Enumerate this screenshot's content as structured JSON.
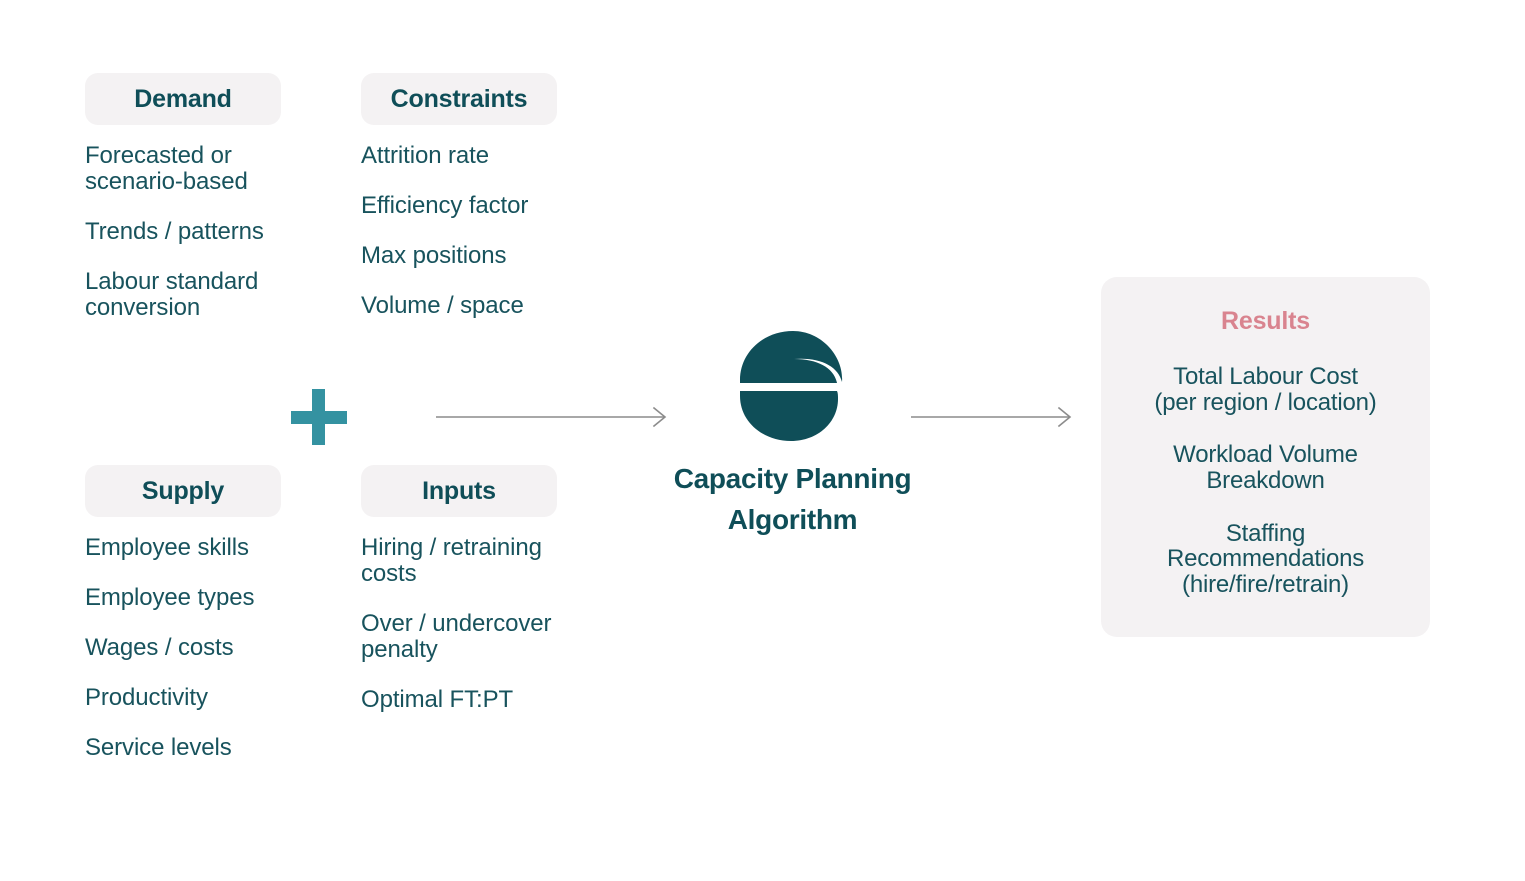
{
  "diagram": {
    "title": "Capacity Planning Algorithm",
    "colors": {
      "brand_dark_teal": "#0f4e58",
      "body_teal": "#18535d",
      "accent_teal": "#3492a1",
      "results_pink": "#d9848f",
      "pill_background": "#f4f2f3",
      "arrow_gray": "#8c8c8c",
      "page_background": "#ffffff"
    }
  },
  "columns": [
    {
      "id": "demand",
      "pill_label": "Demand",
      "items": [
        "Forecasted or\nscenario-based",
        "Trends / patterns",
        "Labour standard\nconversion"
      ]
    },
    {
      "id": "constraints",
      "pill_label": "Constraints",
      "items": [
        "Attrition rate",
        "Efficiency factor",
        "Max positions",
        "Volume / space"
      ]
    },
    {
      "id": "supply",
      "pill_label": "Supply",
      "items": [
        "Employee skills",
        "Employee types",
        "Wages / costs",
        "Productivity",
        "Service levels"
      ]
    },
    {
      "id": "inputs",
      "pill_label": "Inputs",
      "items": [
        "Hiring / retraining\ncosts",
        "Over / undercover\npenalty",
        "Optimal FT:PT"
      ]
    }
  ],
  "connectors": {
    "plus_symbol": "+",
    "arrow_1": "arrow-right-icon",
    "arrow_2": "arrow-right-icon"
  },
  "center": {
    "logo_name": "company-logo-icon",
    "title": "Capacity Planning\nAlgorithm"
  },
  "results": {
    "title": "Results",
    "items": [
      "Total Labour Cost\n(per region / location)",
      "Workload Volume\nBreakdown",
      "Staffing\nRecommendations\n(hire/fire/retrain)"
    ]
  }
}
